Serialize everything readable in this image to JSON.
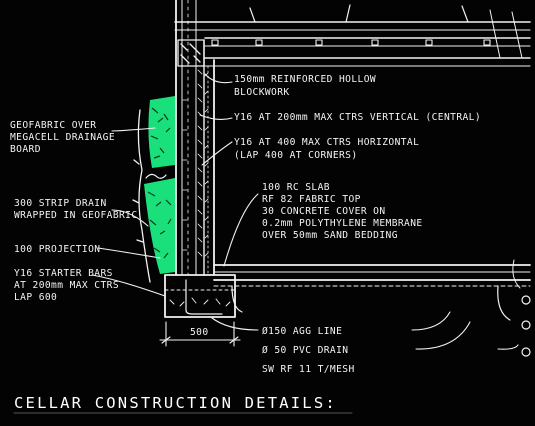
{
  "title": "CELLAR CONSTRUCTION DETAILS:",
  "labels": {
    "blockwork_1": "150mm REINFORCED HOLLOW",
    "blockwork_2": "BLOCKWORK",
    "vertical_bars": "Y16 AT 200mm MAX CTRS VERTICAL (CENTRAL)",
    "horizontal_bars_1": "Y16 AT 400 MAX CTRS HORIZONTAL",
    "horizontal_bars_2": "(LAP 400 AT CORNERS)",
    "geofabric_1": "GEOFABRIC OVER",
    "geofabric_2": "MEGACELL DRAINAGE",
    "geofabric_3": "BOARD",
    "strip_drain_1": "300 STRIP DRAIN",
    "strip_drain_2": "WRAPPED IN GEOFABRIC",
    "slab_1": "100 RC SLAB",
    "slab_2": "RF 82 FABRIC TOP",
    "slab_3": "30 CONCRETE COVER ON",
    "slab_4": "0.2mm POLYTHYLENE MEMBRANE",
    "slab_5": "OVER 50mm SAND BEDDING",
    "projection": "100 PROJECTION",
    "starter_1": "Y16 STARTER BARS",
    "starter_2": "AT 200mm MAX CTRS",
    "starter_3": "LAP 600",
    "dimension": "500",
    "agg_line": "Ø150 AGG LINE",
    "pvc_drain": "Ø 50 PVC DRAIN",
    "sw": "SW RF 11 T/MESH"
  },
  "colors": {
    "background": "#030303",
    "ink": "#f2f2f2",
    "drainage_fill": "#19e07a"
  }
}
